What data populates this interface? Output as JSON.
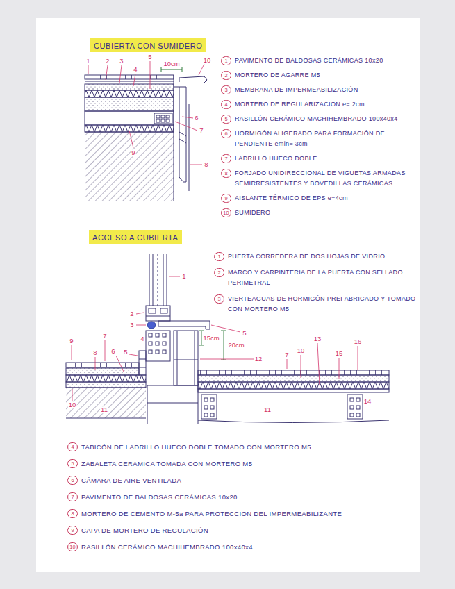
{
  "diagram": {
    "nodes": [
      {
        "text": [
          "CUBIERTA CON SUMIDERO"
        ]
      },
      {
        "text": [
          "ACCESO A CUBIERTA"
        ]
      }
    ],
    "labels": [
      "1",
      "2",
      "3",
      "4",
      "5",
      "10",
      "10cm",
      "6",
      "7",
      "8",
      "9",
      "1",
      "PAVIMENTO DE BALDOSAS CERÁMICAS 10x20",
      "2",
      "MORTERO DE AGARRE M5",
      "3",
      "MEMBRANA DE IMPERMEABILIZACIÓN",
      "4",
      "MORTERO DE REGULARIZACIÓN e= 2cm",
      "5",
      "RASILLÓN CERÁMICO MACHIHEMBRADO 100x40x4",
      "6",
      "HORMIGÓN ALIGERADO PARA FORMACIÓN DE PENDIENTE emin= 3cm",
      "7",
      "LADRILLO HUECO DOBLE",
      "8",
      "FORJADO UNIDIRECCIONAL DE VIGUETAS ARMADAS SEMIRRESISTENTES Y BOVEDILLAS CERÁMICAS",
      "9",
      "AISLANTE TÉRMICO DE EPS e=4cm",
      "10",
      "SUMIDERO",
      "1",
      "2",
      "3",
      "4",
      "5",
      "15cm",
      "20cm",
      "12",
      "9",
      "7",
      "8",
      "6",
      "5",
      "10",
      "11",
      "11",
      "7",
      "10",
      "13",
      "16",
      "15",
      "14",
      "1",
      "PUERTA CORREDERA DE DOS HOJAS DE VIDRIO",
      "2",
      "MARCO Y CARPINTERÍA DE LA PUERTA CON SELLADO PERIMETRAL",
      "3",
      "VIERTEAGUAS DE HORMIGÓN PREFABRICADO Y TOMADO CON MORTERO M5",
      "4",
      "TABICÓN DE LADRILLO HUECO DOBLE TOMADO CON MORTERO M5",
      "5",
      "ZABALETA CERÁMICA TOMADA CON MORTERO M5",
      "6",
      "CÁMARA DE AIRE VENTILADA",
      "7",
      "PAVIMENTO DE BALDOSAS CERÁMICAS 10x20",
      "8",
      "MORTERO DE CEMENTO M-5a PARA PROTECCIÓN DEL IMPERMEABILIZANTE",
      "9",
      "CAPA DE MORTERO DE REGULACIÓN",
      "10",
      "RASILLÓN CERÁMICO MACHIHEMBRADO 100x40x4"
    ]
  }
}
